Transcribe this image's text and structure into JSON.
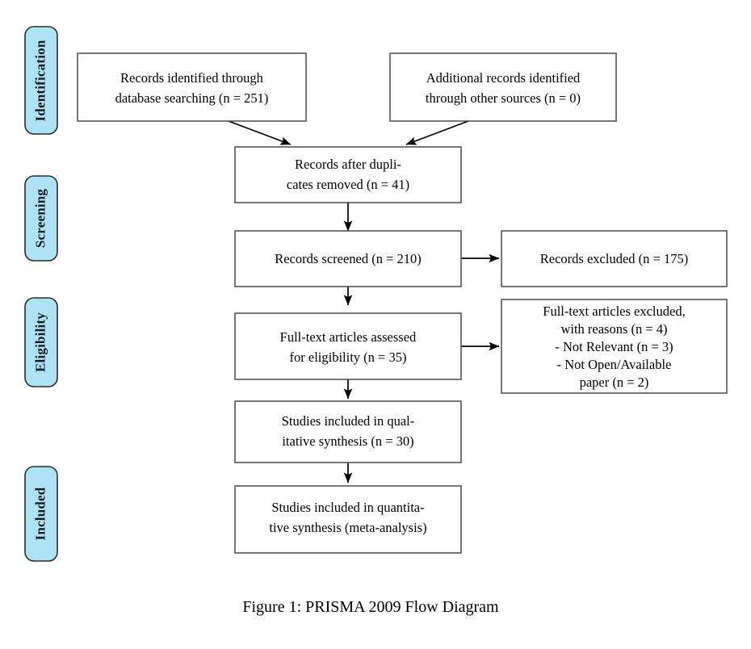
{
  "figure": {
    "caption": "Figure 1: PRISMA 2009 Flow Diagram",
    "accent_color": "#ade3f5",
    "stage_border_color": "#2b2b2b",
    "box_border_color": "#4a4a4a",
    "background_color": "#ffffff"
  },
  "stages": [
    {
      "id": "identification",
      "label": "Identification"
    },
    {
      "id": "screening",
      "label": "Screening"
    },
    {
      "id": "eligibility",
      "label": "Eligibility"
    },
    {
      "id": "included",
      "label": "Included"
    }
  ],
  "boxes": {
    "records_database": {
      "lines": [
        "Records identified through",
        "database searching (n = 251)"
      ]
    },
    "records_other": {
      "lines": [
        "Additional records identified",
        "through other sources (n = 0)"
      ]
    },
    "duplicates_removed": {
      "lines": [
        "Records after dupli-",
        "cates removed (n = 41)"
      ]
    },
    "records_screened": {
      "lines": [
        "Records screened (n = 210)"
      ]
    },
    "records_excluded": {
      "lines": [
        "Records excluded (n = 175)"
      ]
    },
    "fulltext_assessed": {
      "lines": [
        "Full-text articles assessed",
        "for eligibility (n = 35)"
      ]
    },
    "fulltext_excluded": {
      "lines": [
        "Full-text articles excluded,",
        "with reasons (n = 4)",
        "- Not Relevant (n = 3)",
        "- Not Open/Available",
        "paper (n = 2)"
      ]
    },
    "qualitative_synthesis": {
      "lines": [
        "Studies included in qual-",
        "itative synthesis (n = 30)"
      ]
    },
    "quantitative_synthesis": {
      "lines": [
        "Studies included in quantita-",
        "tive synthesis (meta-analysis)"
      ]
    }
  },
  "chart_data": {
    "type": "diagram",
    "title": "Figure 1: PRISMA 2009 Flow Diagram",
    "nodes": [
      {
        "id": "records_database",
        "stage": "Identification",
        "text": "Records identified through database searching (n = 251)",
        "n": 251
      },
      {
        "id": "records_other",
        "stage": "Identification",
        "text": "Additional records identified through other sources (n = 0)",
        "n": 0
      },
      {
        "id": "duplicates_removed",
        "stage": "Screening",
        "text": "Records after duplicates removed (n = 41)",
        "n": 41
      },
      {
        "id": "records_screened",
        "stage": "Screening",
        "text": "Records screened (n = 210)",
        "n": 210
      },
      {
        "id": "records_excluded",
        "stage": "Screening",
        "text": "Records excluded (n = 175)",
        "n": 175
      },
      {
        "id": "fulltext_assessed",
        "stage": "Eligibility",
        "text": "Full-text articles assessed for eligibility (n = 35)",
        "n": 35
      },
      {
        "id": "fulltext_excluded",
        "stage": "Eligibility",
        "text": "Full-text articles excluded, with reasons (n = 4); - Not Relevant (n = 3); - Not Open/Available paper (n = 2)",
        "n": 4
      },
      {
        "id": "qualitative_synthesis",
        "stage": "Included",
        "text": "Studies included in qualitative synthesis (n = 30)",
        "n": 30
      },
      {
        "id": "quantitative_synthesis",
        "stage": "Included",
        "text": "Studies included in quantitative synthesis (meta-analysis)",
        "n": null
      }
    ],
    "edges": [
      {
        "from": "records_database",
        "to": "duplicates_removed"
      },
      {
        "from": "records_other",
        "to": "duplicates_removed"
      },
      {
        "from": "duplicates_removed",
        "to": "records_screened"
      },
      {
        "from": "records_screened",
        "to": "records_excluded"
      },
      {
        "from": "records_screened",
        "to": "fulltext_assessed"
      },
      {
        "from": "fulltext_assessed",
        "to": "fulltext_excluded"
      },
      {
        "from": "fulltext_assessed",
        "to": "qualitative_synthesis"
      },
      {
        "from": "qualitative_synthesis",
        "to": "quantitative_synthesis"
      }
    ]
  }
}
